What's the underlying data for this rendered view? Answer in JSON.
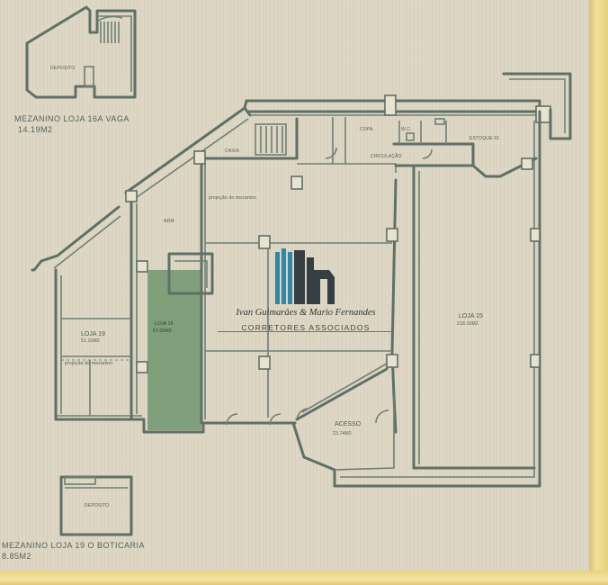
{
  "labels": {
    "mezanino_16a": "MEZANINO LOJA 16A VAGA",
    "mezanino_16a_area": "14.19M2",
    "mezanino_16a_room": "DEPOSITO",
    "mezanino_19": "MEZANINO LOJA 19 O BOTICARIA",
    "mezanino_19_area": "8.85M2",
    "mezanino_19_room": "DEPOSITO",
    "caixa": "CAIXA",
    "adm": "ADM",
    "projecao_top": "projeção do mezanino",
    "projecao_left": "projeção do mezanino",
    "circulacao": "CIRCULAÇÃO",
    "estoque": "ESTOQUE 01",
    "wc_1": "COPA",
    "wc_2": "W.C.",
    "loja_19": "LOJA 19",
    "loja_19_area": "51.10M2",
    "loja_16": "LOJA 16",
    "loja_16_area": "67.05M2",
    "loja_15": "LOJA 15",
    "loja_15_area": "218.33M2",
    "acesso": "ACESSO",
    "acesso_area": "23.74M2"
  },
  "logo": {
    "name": "Ivan Guimarães & Mario Fernandes",
    "subtitle": "CORRETORES ASSOCIADOS"
  },
  "colors": {
    "paper": "#ddd6c3",
    "wall": "#5f7066",
    "highlight": "#5c8a5f",
    "frame": "#e9d58a",
    "logo_blue": "#1e7ea6",
    "logo_dark": "#27333a"
  }
}
